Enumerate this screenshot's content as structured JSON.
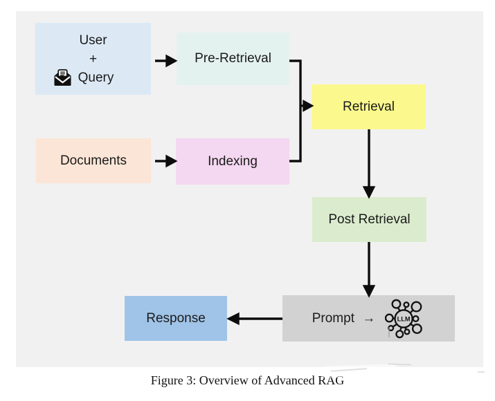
{
  "figure": {
    "caption": "Figure 3: Overview of Advanced RAG"
  },
  "colors": {
    "page_bg": "#ffffff",
    "figure_bg": "#f1f1f2",
    "arrow": "#0d0d0d",
    "text": "#1a1a1a"
  },
  "nodes": {
    "user_query": {
      "line1": "User",
      "line2": "+",
      "line3": "Query",
      "color": "#dce9f5"
    },
    "pre_retrieval": {
      "label": "Pre-Retrieval",
      "color": "#e4f2ef"
    },
    "retrieval": {
      "label": "Retrieval",
      "color": "#fbf98d"
    },
    "documents": {
      "label": "Documents",
      "color": "#fbe5d6"
    },
    "indexing": {
      "label": "Indexing",
      "color": "#f4d7f0"
    },
    "post_retrieval": {
      "label": "Post Retrieval",
      "color": "#daeccd"
    },
    "prompt": {
      "label": "Prompt →",
      "color": "#d2d2d2"
    },
    "response": {
      "label": "Response",
      "color": "#a0c4e8"
    }
  },
  "icons": {
    "envelope": "open-envelope-with-letter",
    "llm": {
      "label": "LLM",
      "name": "llm-network-hub"
    }
  }
}
